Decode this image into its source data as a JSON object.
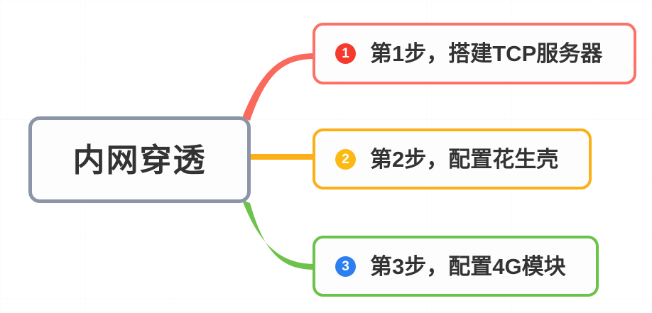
{
  "diagram": {
    "type": "mind-map",
    "title": "内网穿透",
    "background_color": "#ffffff",
    "root": {
      "label": "内网穿透",
      "border_color": "#8b95a7",
      "fill_color": "#fdfdfd",
      "text_color": "#333333"
    },
    "branches": [
      {
        "badge": "1",
        "label": "第1步，搭建TCP服务器",
        "border_color": "#fa7268",
        "badge_color": "#f5392c",
        "connector_color": "#f96a5d",
        "connector_style": "curve-up"
      },
      {
        "badge": "2",
        "label": "第2步，配置花生壳",
        "border_color": "#fbb018",
        "badge_color": "#fdb913",
        "connector_color": "#fbb018",
        "connector_style": "straight"
      },
      {
        "badge": "3",
        "label": "第3步，配置4G模块",
        "border_color": "#6cc24a",
        "badge_color": "#2d7ff1",
        "connector_color": "#6cc24a",
        "connector_style": "curve-down"
      }
    ]
  }
}
